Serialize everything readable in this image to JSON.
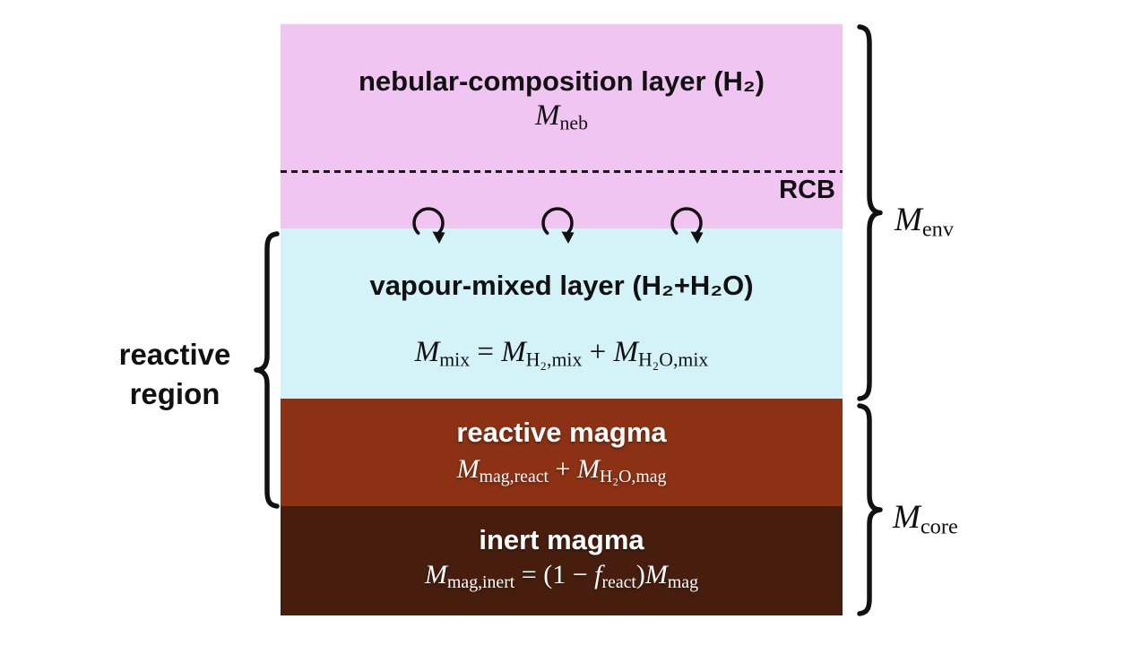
{
  "layers": {
    "nebular": {
      "title": "nebular-composition layer (H₂)",
      "mass": [
        {
          "t": "it",
          "v": "M"
        },
        {
          "t": "sub",
          "v": "neb"
        }
      ],
      "boundary_label": "RCB",
      "color": "#f1c5f2"
    },
    "vapour": {
      "title": "vapour-mixed layer (H₂+H₂O)",
      "mass": [
        {
          "t": "it",
          "v": "M"
        },
        {
          "t": "sub",
          "v": "mix"
        },
        {
          "t": "n",
          "v": " = "
        },
        {
          "t": "it",
          "v": "M"
        },
        {
          "t": "sub",
          "v": "H₂,mix"
        },
        {
          "t": "n",
          "v": " + "
        },
        {
          "t": "it",
          "v": "M"
        },
        {
          "t": "sub",
          "v": "H₂O,mix"
        }
      ],
      "color": "#d3f3f9"
    },
    "reactive_magma": {
      "title": "reactive magma",
      "mass": [
        {
          "t": "it",
          "v": "M"
        },
        {
          "t": "sub",
          "v": "mag,react"
        },
        {
          "t": "n",
          "v": " + "
        },
        {
          "t": "it",
          "v": "M"
        },
        {
          "t": "sub",
          "v": "H₂O,mag"
        }
      ],
      "color": "#8c3114"
    },
    "inert_magma": {
      "title": "inert magma",
      "mass": [
        {
          "t": "it",
          "v": "M"
        },
        {
          "t": "sub",
          "v": "mag,inert"
        },
        {
          "t": "n",
          "v": " = (1 − "
        },
        {
          "t": "it",
          "v": "f"
        },
        {
          "t": "sub",
          "v": "react"
        },
        {
          "t": "n",
          "v": ")"
        },
        {
          "t": "it",
          "v": "M"
        },
        {
          "t": "sub",
          "v": "mag"
        }
      ],
      "color": "#471e0e"
    }
  },
  "annotations": {
    "envelope_mass": [
      {
        "t": "it",
        "v": "M"
      },
      {
        "t": "sub",
        "v": "env"
      }
    ],
    "core_mass": [
      {
        "t": "it",
        "v": "M"
      },
      {
        "t": "sub",
        "v": "core"
      }
    ],
    "reactive_region": "reactive region"
  }
}
